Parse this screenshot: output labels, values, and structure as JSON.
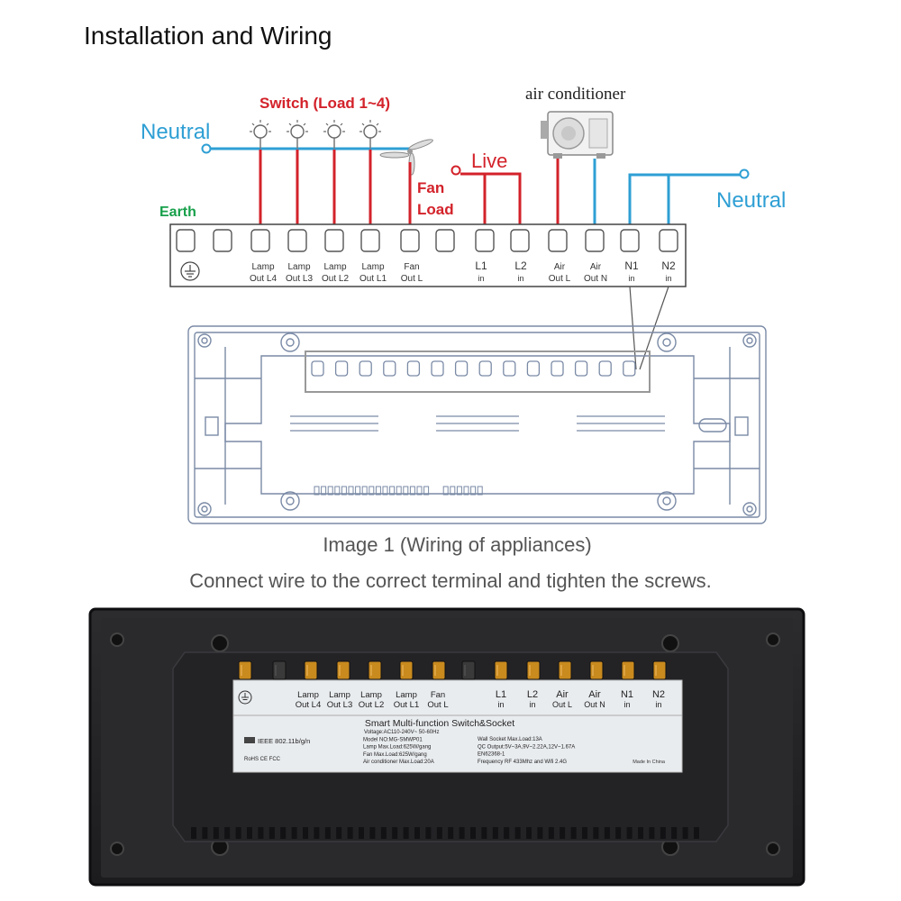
{
  "title": "Installation and Wiring",
  "diagram": {
    "switch_label": "Switch (Load 1~4)",
    "air_conditioner_label": "air conditioner",
    "neutral_left_label": "Neutral",
    "neutral_right_label": "Neutral",
    "live_label": "Live",
    "fan_label_1": "Fan",
    "fan_label_2": "Load",
    "earth_label": "Earth",
    "terminals": [
      {
        "line1": "Lamp",
        "line2": "Out L4"
      },
      {
        "line1": "Lamp",
        "line2": "Out L3"
      },
      {
        "line1": "Lamp",
        "line2": "Out L2"
      },
      {
        "line1": "Lamp",
        "line2": "Out L1"
      },
      {
        "line1": "Fan",
        "line2": "Out L"
      },
      {
        "line1": "L1",
        "line2": "in"
      },
      {
        "line1": "L2",
        "line2": "in"
      },
      {
        "line1": "Air",
        "line2": "Out L"
      },
      {
        "line1": "Air",
        "line2": "Out N"
      },
      {
        "line1": "N1",
        "line2": "in"
      },
      {
        "line1": "N2",
        "line2": "in"
      }
    ],
    "colors": {
      "live": "#d3222a",
      "neutral": "#2e9fd4",
      "earth": "#17a04a",
      "outline": "#555555",
      "plate": "#7a8aa6"
    }
  },
  "caption": "Image 1 (Wiring of appliances)",
  "instruction": "Connect wire to the correct terminal and tighten the screws.",
  "photo": {
    "terminals": [
      {
        "line1": "Lamp",
        "line2": "Out L4"
      },
      {
        "line1": "Lamp",
        "line2": "Out L3"
      },
      {
        "line1": "Lamp",
        "line2": "Out L2"
      },
      {
        "line1": "Lamp",
        "line2": "Out L1"
      },
      {
        "line1": "Fan",
        "line2": "Out L"
      },
      {
        "line1": "L1",
        "line2": "in"
      },
      {
        "line1": "L2",
        "line2": "in"
      },
      {
        "line1": "Air",
        "line2": "Out L"
      },
      {
        "line1": "Air",
        "line2": "Out N"
      },
      {
        "line1": "N1",
        "line2": "in"
      },
      {
        "line1": "N2",
        "line2": "in"
      }
    ],
    "label_title": "Smart Multi-function Switch&Socket",
    "wifi_spec": "IEEE 802.11b/g/n",
    "spec_left": [
      "Voltage:AC110-240V~ 50-60Hz",
      "Model NO:MG-SMWP01",
      "Lamp Max.Load:625W/gang",
      "Fan Max.Load:625W/gang",
      "Air conditioner Max.Load:20A"
    ],
    "spec_right": [
      "Wall Socket Max.Load:13A",
      "QC Output:5V~3A,9V~2.22A,12V~1.67A",
      "EN62368-1",
      "Frequency RF 433Mhz and Wifi 2.4G"
    ],
    "made_in": "Made In China",
    "cert_marks": "RoHS CE FCC"
  }
}
